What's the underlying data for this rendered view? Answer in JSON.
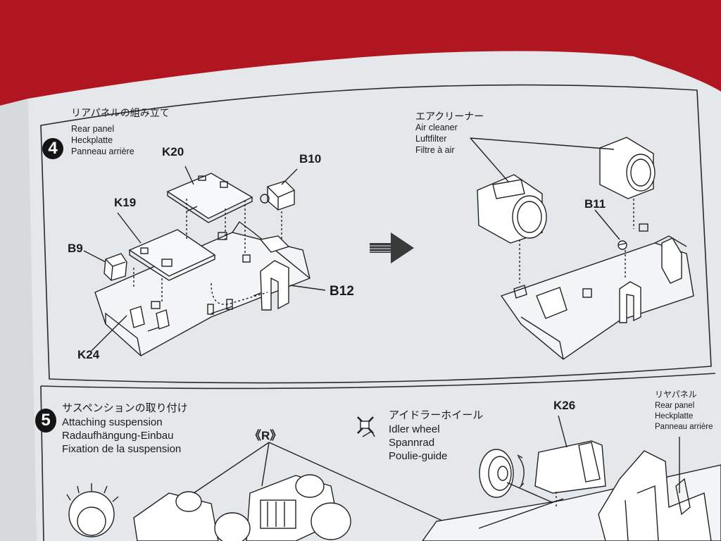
{
  "colors": {
    "background_red": "#b01620",
    "paper": "#e4e8ea",
    "line": "#222222"
  },
  "step4": {
    "number": "4",
    "title_jp": "リアパネルの組み立て",
    "title_en": "Rear panel",
    "title_de": "Heckplatte",
    "title_fr": "Panneau arrière",
    "parts": {
      "k20": "K20",
      "b10": "B10",
      "k19": "K19",
      "b9": "B9",
      "b12": "B12",
      "k24": "K24",
      "b11": "B11"
    },
    "air_cleaner": {
      "jp": "エアクリーナー",
      "en": "Air cleaner",
      "de": "Luftfilter",
      "fr": "Filtre à air"
    }
  },
  "step5": {
    "number": "5",
    "title_jp": "サスペンションの取り付け",
    "title_en": "Attaching suspension",
    "title_de": "Radaufhängung-Einbau",
    "title_fr": "Fixation de la suspension",
    "r_mark": "《R》",
    "idler": {
      "jp": "アイドラーホイール",
      "en": "Idler wheel",
      "de": "Spannrad",
      "fr": "Poulie-guide"
    },
    "k26": "K26",
    "rear_panel": {
      "jp": "リヤパネル",
      "en": "Rear panel",
      "de": "Heckplatte",
      "fr": "Panneau arrière"
    }
  }
}
